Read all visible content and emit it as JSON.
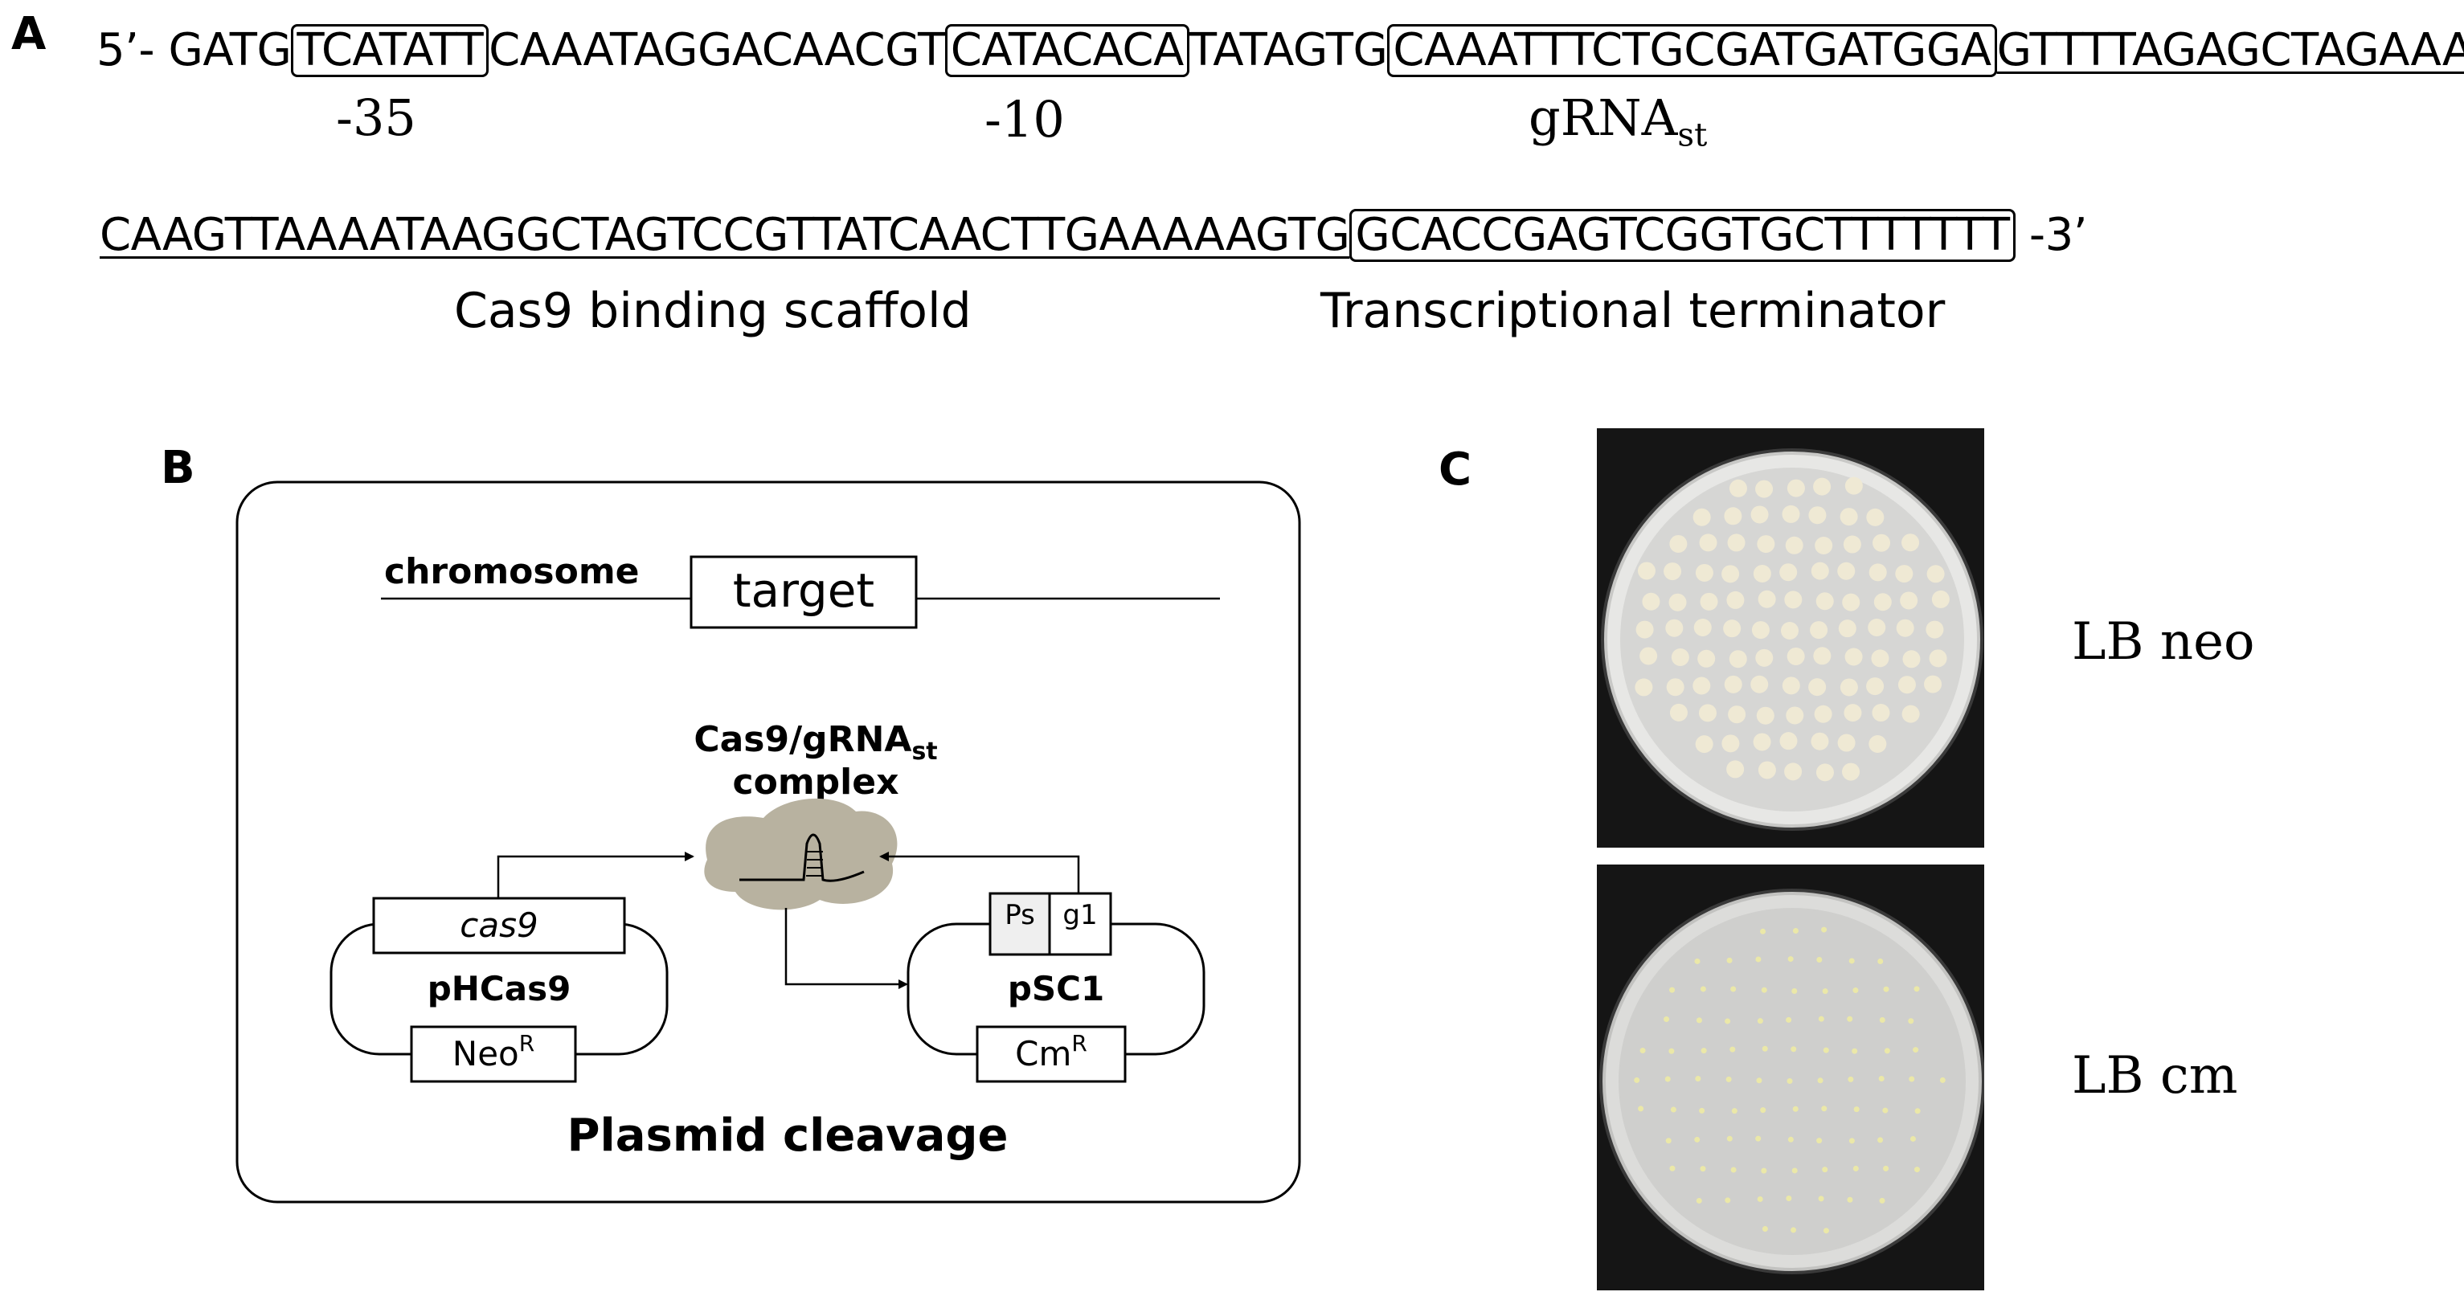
{
  "panels": {
    "a": {
      "label": "A",
      "line1": {
        "prefix": "5’- GATG",
        "box35": "TCATATT",
        "mid1": "CAAATAGGACAACGT",
        "box10": "CATACACA",
        "mid2": "TATAGTG",
        "boxgRNA": "CAAATTTCTGCGATGATGGA",
        "scaffold1": "GTTTTAGAGCTAGAAATAG"
      },
      "line2": {
        "scaffold2": "CAAGTTAAAATAAGGCTAGTCCGTTATCAACTTGAAAAAGTG",
        "boxTerm": "GCACCGAGTCGGTGCTTTTTTT",
        "suffix": " -3’"
      },
      "labels": {
        "minus35": "-35",
        "minus10": "-10",
        "grna": "gRNA",
        "grna_sub": "st",
        "scaffold": "Cas9 binding scaffold",
        "terminator": "Transcriptional terminator"
      }
    },
    "b": {
      "label": "B",
      "chromosome": "chromosome",
      "target": "target",
      "complex_line1": "Cas9/gRNA",
      "complex_sub": "st",
      "complex_line2": "complex",
      "cas9": "cas9",
      "pHCas9": "pHCas9",
      "neo": "Neo",
      "neo_sup": "R",
      "ps": "Ps",
      "g1": "g1",
      "pSC1": "pSC1",
      "cm": "Cm",
      "cm_sup": "R",
      "title": "Plasmid cleavage"
    },
    "c": {
      "label": "C",
      "plate_top": "LB neo",
      "plate_bottom": "LB cm"
    }
  },
  "colors": {
    "complex_fill": "#b8b2a0",
    "ps_fill": "#efefef",
    "plate_bg": "#151515",
    "agar": "#d6d6d4",
    "colony_neo": "#efe9d4",
    "colony_cm": "#ebe8a8"
  }
}
